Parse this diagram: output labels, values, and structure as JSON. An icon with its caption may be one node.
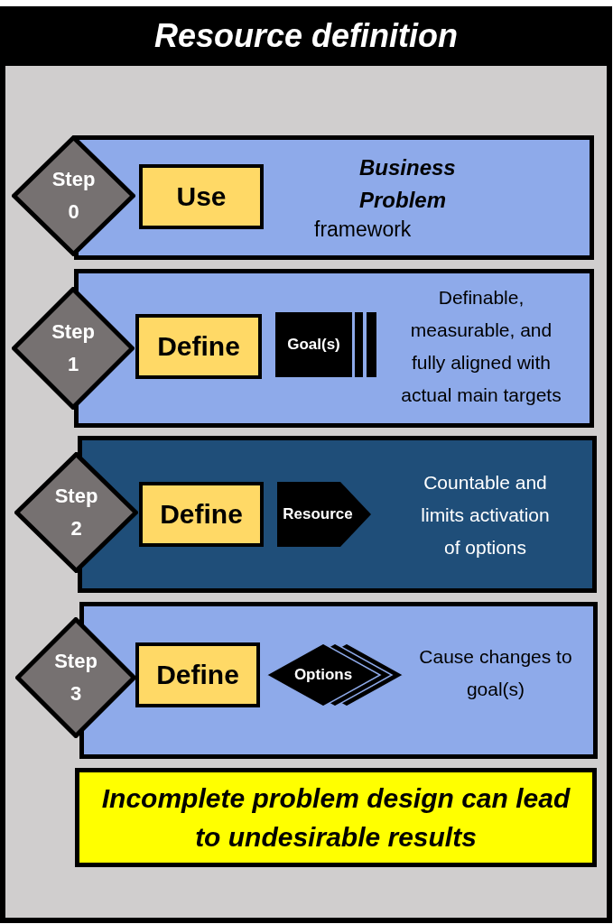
{
  "diagram": {
    "title": "Resource definition",
    "nodes": [
      {
        "text": [
          "Step 0"
        ]
      },
      {
        "text": [
          "Business Problem",
          "framework"
        ]
      },
      {
        "text": [
          "Use"
        ],
        "in": 1
      },
      {
        "text": [
          "Step 1"
        ]
      },
      {
        "text": [
          "Definable, measurable, and fully aligned with actual main targets"
        ]
      },
      {
        "text": [
          "Define"
        ],
        "in": 4
      },
      {
        "text": [
          "Goal(s)"
        ],
        "in": 4
      },
      {
        "text": [
          "Step 2"
        ]
      },
      {
        "text": [
          "Countable and limits activation of options"
        ]
      },
      {
        "text": [
          "Define"
        ],
        "in": 8
      },
      {
        "text": [
          "Resource"
        ],
        "in": 8
      },
      {
        "text": [
          "Step 3"
        ]
      },
      {
        "text": [
          "Cause changes to goal(s)"
        ]
      },
      {
        "text": [
          "Define"
        ],
        "in": 12
      },
      {
        "text": [
          "Options"
        ],
        "in": 12
      },
      {
        "text": [
          "Incomplete problem design can lead to undesirable results"
        ]
      }
    ]
  }
}
